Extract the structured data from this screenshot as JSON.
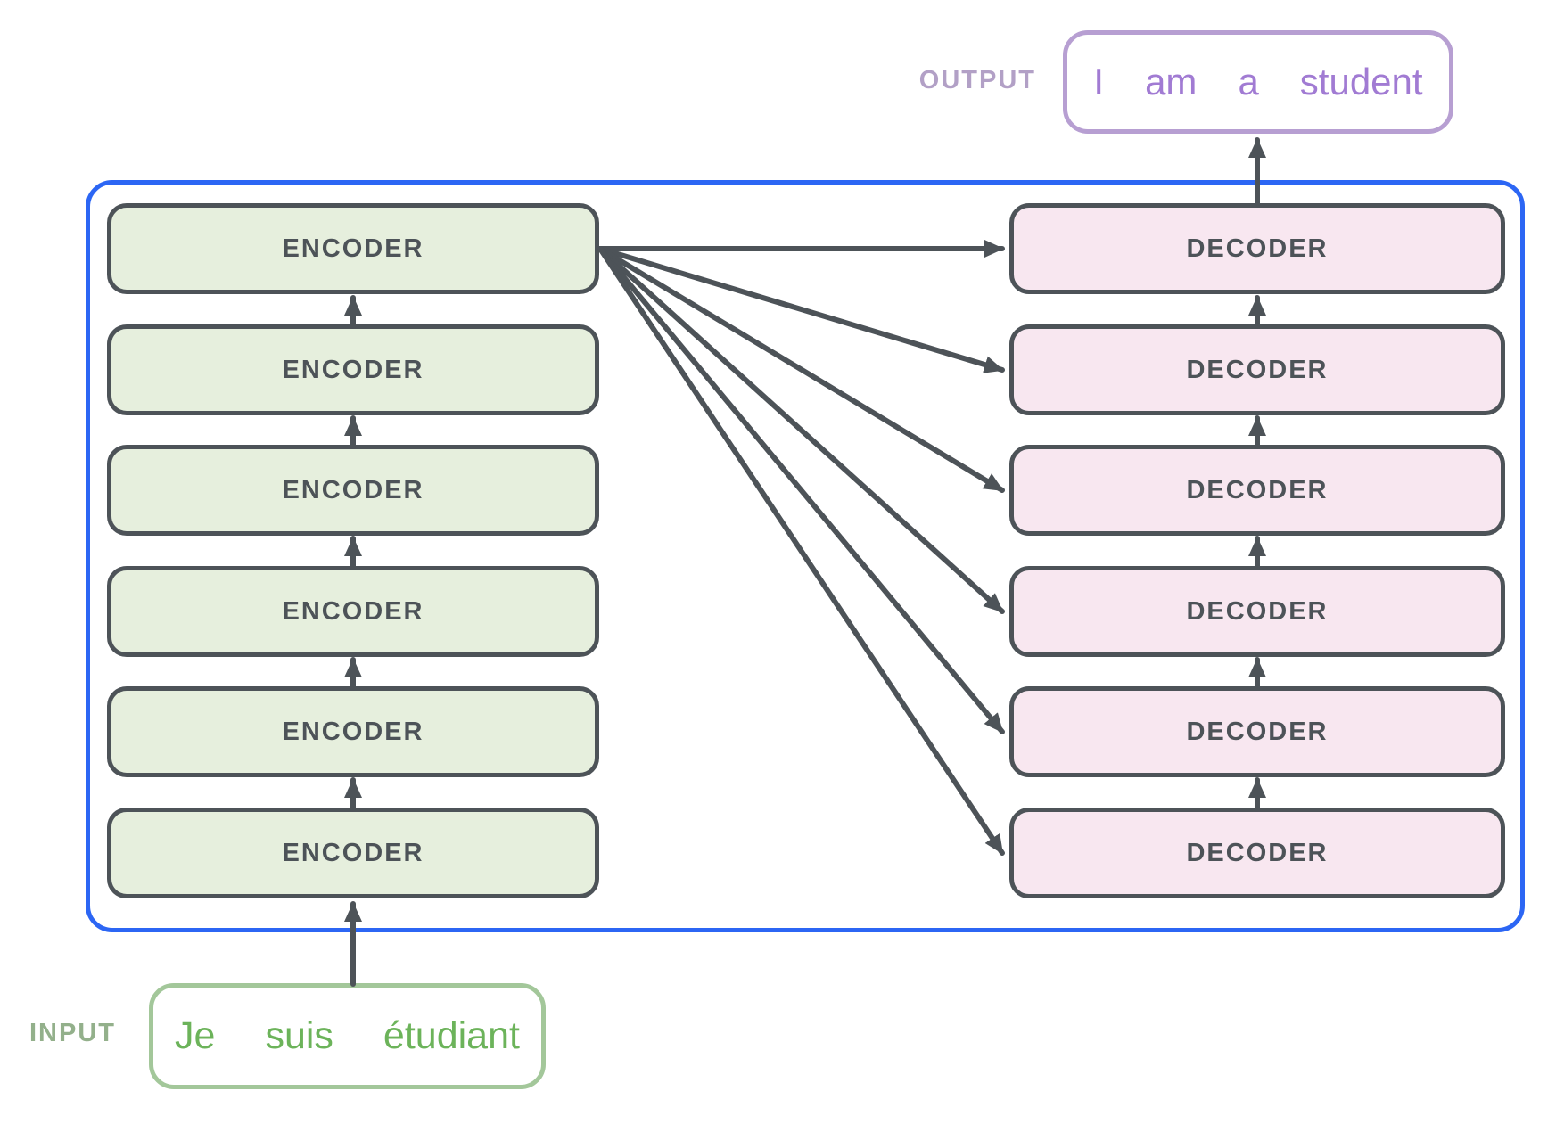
{
  "diagram": {
    "title_implied": "Transformer encoder-decoder stack",
    "output_label": "OUTPUT",
    "input_label": "INPUT",
    "output_tokens": [
      "I",
      "am",
      "a",
      "student"
    ],
    "input_tokens": [
      "Je",
      "suis",
      "étudiant"
    ],
    "encoders": [
      "ENCODER",
      "ENCODER",
      "ENCODER",
      "ENCODER",
      "ENCODER",
      "ENCODER"
    ],
    "decoders": [
      "DECODER",
      "DECODER",
      "DECODER",
      "DECODER",
      "DECODER",
      "DECODER"
    ]
  },
  "colors": {
    "accent_blue": "#2c66f4",
    "box_border": "#4d5358",
    "arrow": "#4d5358",
    "encoder_fill": "#e6efdd",
    "decoder_fill": "#f8e7f0",
    "output_border": "#b79fd2",
    "output_text": "#a17bd3",
    "output_label": "#b2a0c6",
    "input_border": "#a3c79a",
    "input_text": "#6cb35a",
    "input_label": "#93b08b"
  }
}
